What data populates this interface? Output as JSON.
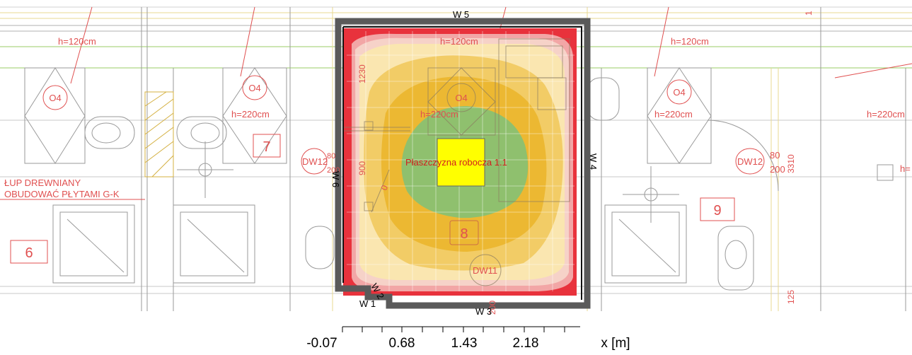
{
  "plan": {
    "walls": {
      "top": "W 5",
      "left": "W 6",
      "right": "W 4",
      "bottom": "W 3",
      "bottom_left": "W 1",
      "corner": "W 2"
    },
    "heights": {
      "window_left": "h=120cm",
      "window_center": "h=120cm",
      "window_right": "h=120cm",
      "door_left": "h=220cm",
      "door_center": "h=220cm",
      "door_right": "h=220cm",
      "door_far_right": "h=220cm",
      "far_right_clip": "h="
    },
    "window_tags": {
      "left": "O4",
      "center": "O4",
      "right": "O4"
    },
    "door_tags": {
      "left": "DW12",
      "right": "DW12",
      "bottom": "DW11"
    },
    "door_sizes": {
      "left_top": "80",
      "left_bottom": "200",
      "right_top": "80",
      "right_bottom": "200"
    },
    "room_numbers": {
      "left": "7",
      "center": "8",
      "right": "9",
      "far_left": "6"
    },
    "dimensions": {
      "d1230": "1230",
      "d900": "900",
      "d3310": "3310",
      "d125": "125",
      "d0": "0",
      "d200": "200",
      "d1": "1"
    },
    "notes": {
      "line1": "ŁUP DREWNIANY",
      "line2": "OBUDOWAĆ PŁYTAMI G-K"
    },
    "workplane_label": "Płaszczyzna robocza 1.1"
  },
  "axis": {
    "ticks": [
      "-0.07",
      "0.68",
      "1.43",
      "2.18"
    ],
    "label": "x [m]"
  },
  "colors": {
    "heat_red": "#e8323c",
    "heat_pink": "#f2a6a6",
    "heat_lightpink": "#f6d2c8",
    "heat_cream": "#fae6b0",
    "heat_yellow": "#f2cc66",
    "heat_orange": "#ecb832",
    "heat_green": "#8fc06e",
    "workplane": "#ffff00",
    "wall": "#555555",
    "cad_red": "#e05050",
    "cad_grey": "#9a9a9a"
  }
}
